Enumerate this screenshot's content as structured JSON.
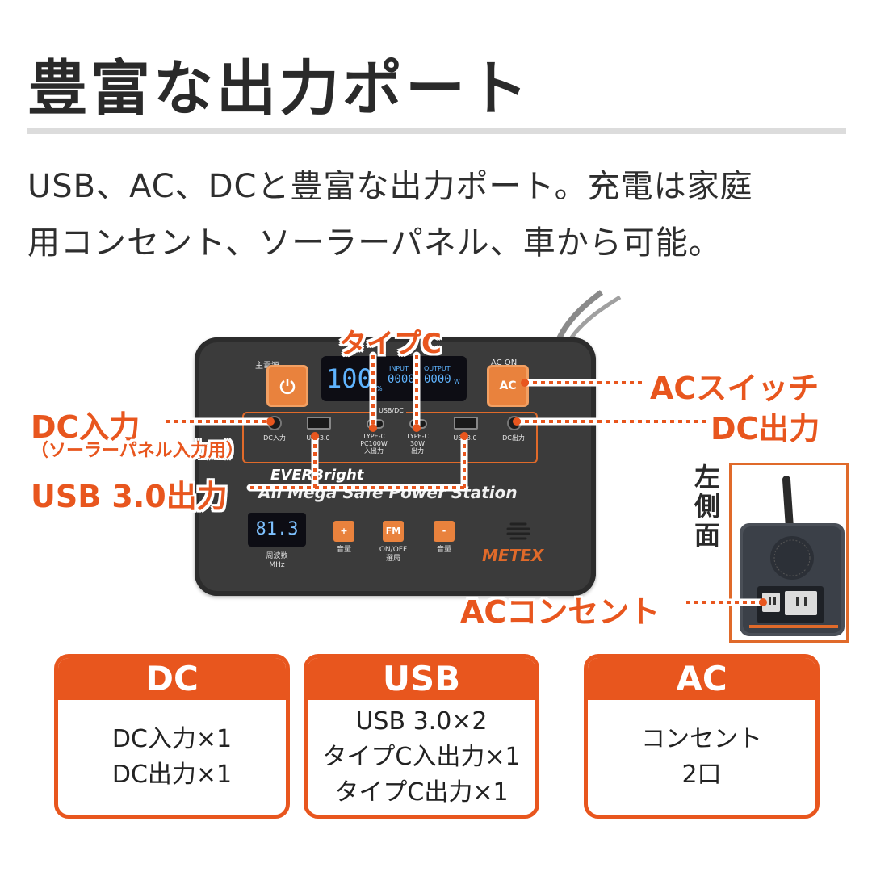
{
  "header": {
    "title": "豊富な出力ポート"
  },
  "description": {
    "line1": "USB、AC、DCと豊富な出力ポート。充電は家庭",
    "line2": "用コンセント、ソーラーパネル、車から可能。"
  },
  "device": {
    "main_power_label": "主電源",
    "ac_on_label": "AC ON",
    "ac_button_text": "AC",
    "lcd_percent": "100",
    "lcd_percent_unit": "%",
    "lcd_input_label": "INPUT",
    "lcd_output_label": "OUTPUT",
    "lcd_input_value": "0000",
    "lcd_output_value": "0000",
    "lcd_output_unit": "W",
    "usb_dc_label": "USB/DC",
    "port_dc_in": "DC入力",
    "port_usb1": "USB3.0",
    "port_typec1": "TYPE-C\nPC100W\n入出力",
    "port_typec2": "TYPE-C\n30W\n出力",
    "port_usb2": "USB3.0",
    "port_dc_out": "DC出力",
    "brand_line1": "EVERBright",
    "brand_line2": "All Mega Safe Power Station",
    "fm_display": "81.3",
    "btn_plus": "+",
    "btn_fm": "FM",
    "btn_minus": "-",
    "lbl_freq": "周波数\nMHz",
    "lbl_vol1": "音量",
    "lbl_onoff": "ON/OFF\n選局",
    "lbl_vol2": "音量",
    "maker": "METEX"
  },
  "callouts": {
    "type_c": "タイプC",
    "ac_switch": "ACスイッチ",
    "dc_in": "DC入力",
    "dc_in_sub": "（ソーラーパネル入力用）",
    "dc_out": "DC出力",
    "usb30_out": "USB 3.0出力",
    "ac_outlet": "ACコンセント",
    "side_view": "左側面"
  },
  "cards": [
    {
      "title": "DC",
      "lines": [
        "DC入力×1",
        "DC出力×1"
      ]
    },
    {
      "title": "USB",
      "lines": [
        "USB 3.0×2",
        "タイプC入出力×1",
        "タイプC出力×1"
      ]
    },
    {
      "title": "AC",
      "lines": [
        "コンセント",
        "2口"
      ]
    }
  ],
  "colors": {
    "accent": "#e8561e",
    "device_body": "#3b3b3b",
    "lcd_blue": "#5fb4ff"
  }
}
